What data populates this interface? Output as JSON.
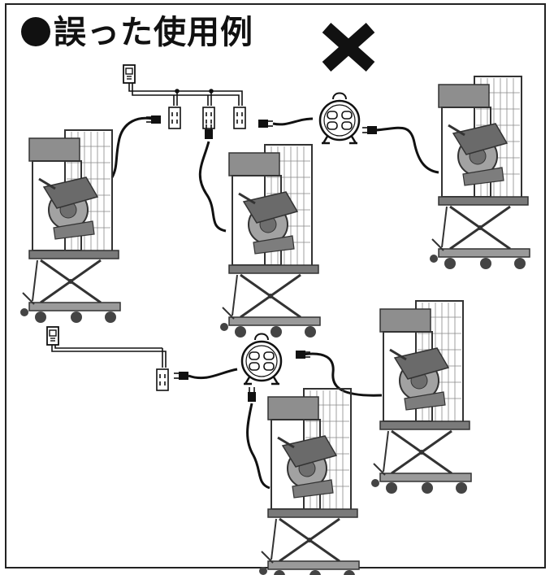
{
  "title": "誤った使用例",
  "icons": {
    "bullet": "filled-circle",
    "mark": "cross-x",
    "outlet": "wall-outlet-switch",
    "reel": "cord-reel-4-socket",
    "machine": "machine-on-lift-cart"
  },
  "colors": {
    "ink": "#111111",
    "machine": "#9a9a9a"
  }
}
